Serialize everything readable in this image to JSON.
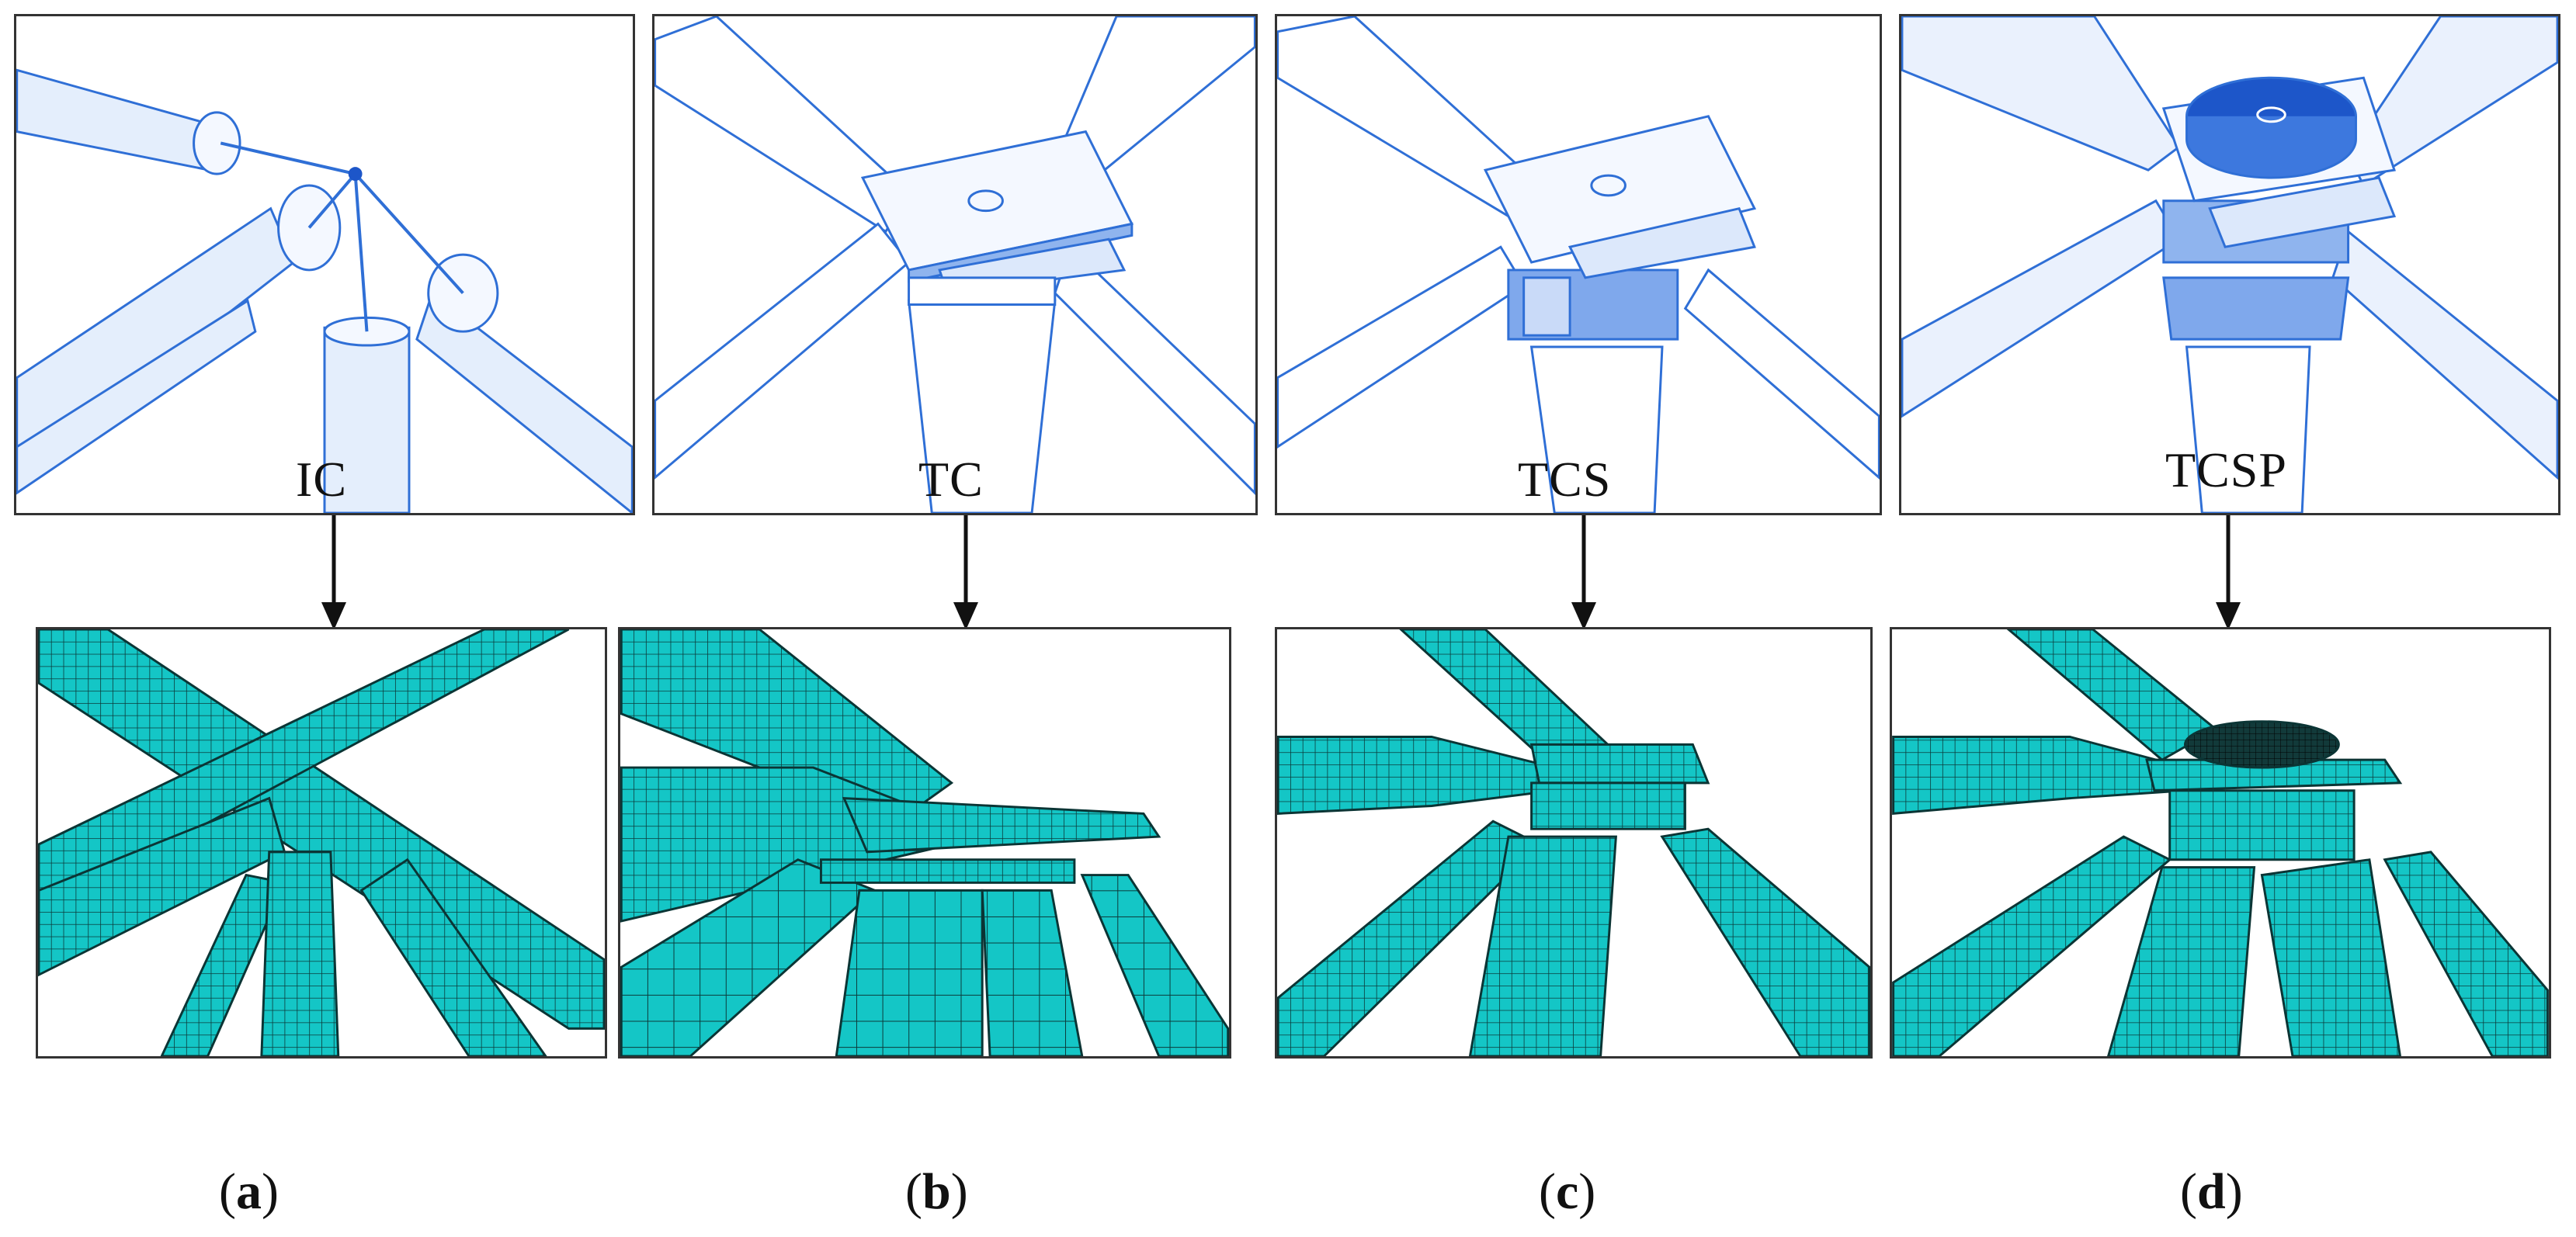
{
  "figure": {
    "columns": [
      {
        "id": "a",
        "model_label": "IC",
        "sub_label_open": "(",
        "sub_label_letter": "a",
        "sub_label_close": ")"
      },
      {
        "id": "b",
        "model_label": "TC",
        "sub_label_open": "(",
        "sub_label_letter": "b",
        "sub_label_close": ")"
      },
      {
        "id": "c",
        "model_label": "TCS",
        "sub_label_open": "(",
        "sub_label_letter": "c",
        "sub_label_close": ")"
      },
      {
        "id": "d",
        "model_label": "TCSP",
        "sub_label_open": "(",
        "sub_label_letter": "d",
        "sub_label_close": ")"
      }
    ],
    "colors": {
      "cad_stroke": "#2f6fd6",
      "cad_fill": "#dce8fb",
      "cad_dark": "#1d56c9",
      "mesh_fill": "#13c4c4",
      "mesh_line": "#0b3535",
      "frame": "#333333",
      "arrow": "#111111"
    }
  }
}
